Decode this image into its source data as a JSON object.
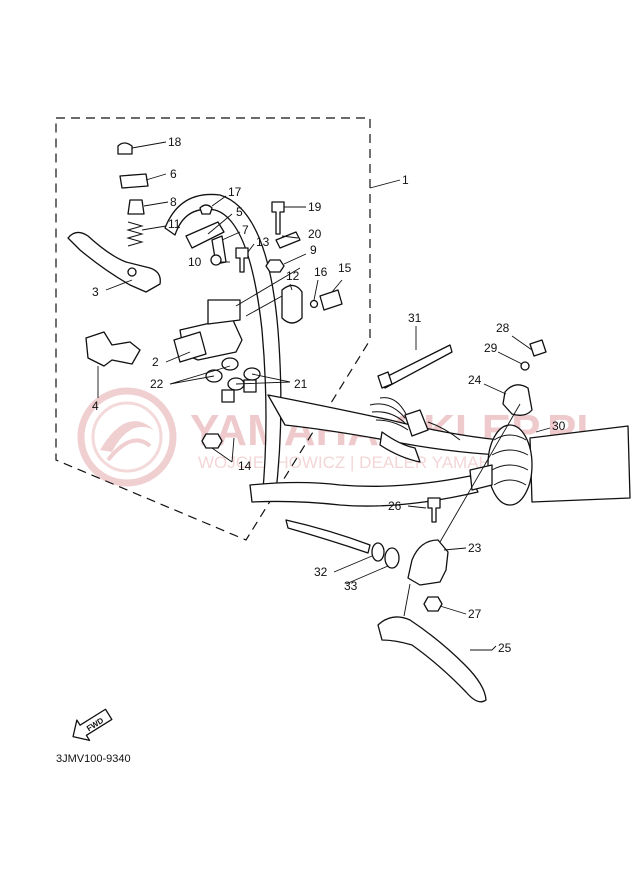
{
  "diagram": {
    "doc_code": "3JMV100-9340",
    "fwd_label": "FWD",
    "watermark": {
      "main": "YAMAHA-SKLEP.PL",
      "sub": "WOJCIECHOWICZ | DEALER YAMAHA"
    },
    "callouts": [
      "1",
      "2",
      "3",
      "4",
      "5",
      "6",
      "7",
      "8",
      "9",
      "10",
      "11",
      "12",
      "13",
      "14",
      "15",
      "16",
      "17",
      "18",
      "19",
      "20",
      "21",
      "22",
      "23",
      "24",
      "25",
      "26",
      "27",
      "28",
      "29",
      "30",
      "31",
      "32",
      "33"
    ]
  }
}
